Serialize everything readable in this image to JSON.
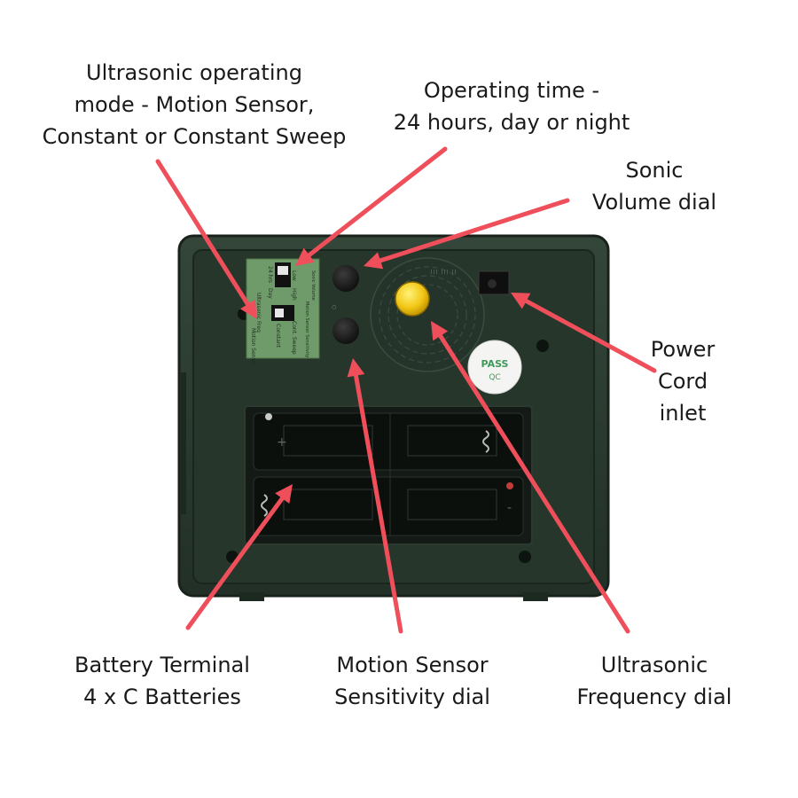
{
  "labels": {
    "mode": [
      "Ultrasonic operating",
      "mode - Motion Sensor,",
      "Constant or Constant Sweep"
    ],
    "time": [
      "Operating time -",
      "24 hours, day or night"
    ],
    "volume": [
      "Sonic",
      "Volume dial"
    ],
    "power": [
      "Power",
      "Cord",
      "inlet"
    ],
    "battery": [
      "Battery Terminal",
      "4 x C Batteries"
    ],
    "sensitivity": [
      "Motion Sensor",
      "Sensitivity dial"
    ],
    "frequency": [
      "Ultrasonic",
      "Frequency dial"
    ]
  },
  "device": {
    "pcb_text": [
      "Ultrasonic Freq",
      "Day",
      "24 hrs",
      "Low",
      "High",
      "Motion Sensor",
      "Constant",
      "Cont. Sweep",
      "Motion Sensor Sensitivity",
      "Sonic Volume"
    ],
    "sticker_text": [
      "PASS",
      "QC"
    ],
    "battery_marks": [
      "+",
      "-"
    ]
  },
  "colors": {
    "arrow": "#ef4f5b",
    "case": "#2b3a2e",
    "case_inner": "#1e2a21",
    "pcb": "#6f9a6a",
    "knob": "#f2c614",
    "sticker_text": "#3f9a5a"
  }
}
